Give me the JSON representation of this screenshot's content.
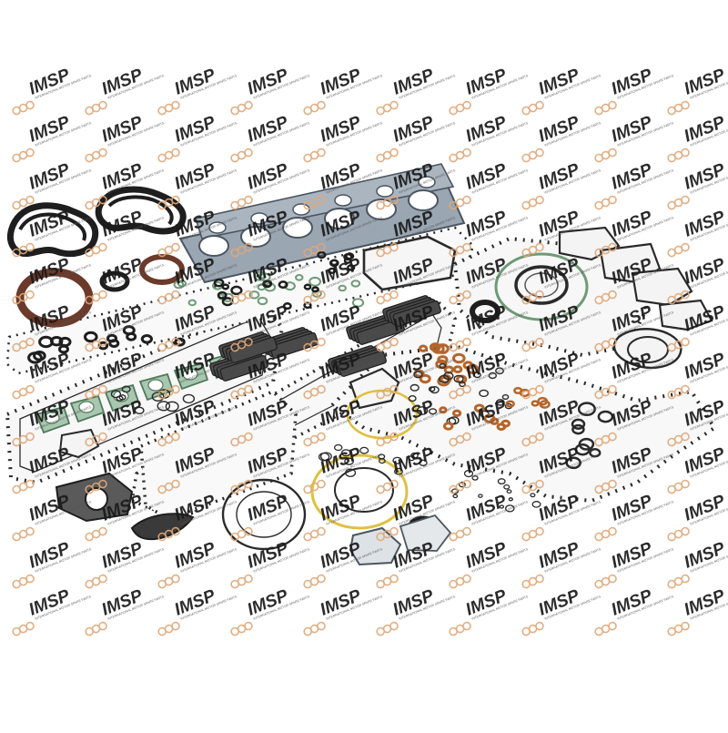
{
  "watermark": {
    "brand": "IMSP",
    "tagline": "INTERNATIONAL MOTOR SPARE PARTS",
    "logo_color": "#e0a878",
    "text_color": "#1a1a1a"
  },
  "photo": {
    "subject": "engine-full-gasket-kit",
    "background": "#ffffff",
    "colors": {
      "gasket_outline": "#2a2a2a",
      "gasket_fill": "#f4f4f4",
      "metal_gasket": "#8e9aa6",
      "copper_washer": "#b5652a",
      "green_oring": "#6f9a78",
      "yellow_ring": "#e0c040",
      "brown_seal": "#6b3a2a",
      "rubber_black": "#1e1e1e"
    }
  }
}
